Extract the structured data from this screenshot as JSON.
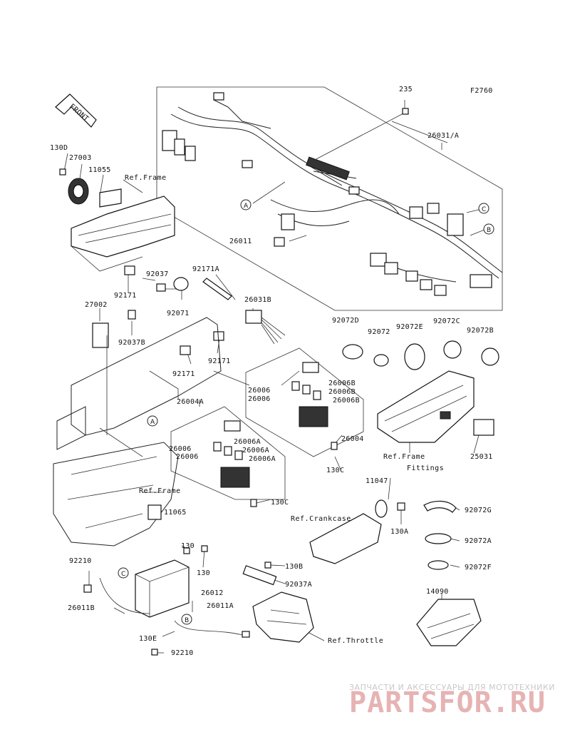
{
  "diagram": {
    "figure_code": "F2760",
    "front_label": "FRONT"
  },
  "callouts": {
    "a": "A",
    "b": "B",
    "c": "C"
  },
  "labels": {
    "p235": "235",
    "p26031a": "26031/A",
    "p26011": "26011",
    "p130d": "130D",
    "p27003": "27003",
    "p11055": "11055",
    "ref_frame": "Ref.Frame",
    "p92037": "92037",
    "p92171a": "92171A",
    "p92171": "92171",
    "p92071": "92071",
    "p26031b": "26031B",
    "p27002": "27002",
    "p92037b": "92037B",
    "p92072d": "92072D",
    "p92072": "92072",
    "p92072e": "92072E",
    "p92072c": "92072C",
    "p92072b": "92072B",
    "p26006": "26006",
    "p26006b": "26006B",
    "p26004a": "26004A",
    "p26004": "26004",
    "p26006a": "26006A",
    "p130c": "130C",
    "p11047": "11047",
    "fittings": "Fittings",
    "p25031": "25031",
    "p11065": "11065",
    "ref_crankcase": "Ref.Crankcase",
    "p130a": "130A",
    "p92072g": "92072G",
    "p92072a": "92072A",
    "p92072f": "92072F",
    "p130": "130",
    "p92210": "92210",
    "p130b": "130B",
    "p92037a": "92037A",
    "p14090": "14090",
    "p26012": "26012",
    "p26011a": "26011A",
    "p26011b": "26011B",
    "ref_throttle": "Ref.Throttle",
    "p130e": "130E"
  },
  "watermark": {
    "tagline": "ЗАПЧАСТИ И АКСЕССУАРЫ ДЛЯ МОТОТЕХНИКИ",
    "brand": "PARTSFOR.RU"
  }
}
